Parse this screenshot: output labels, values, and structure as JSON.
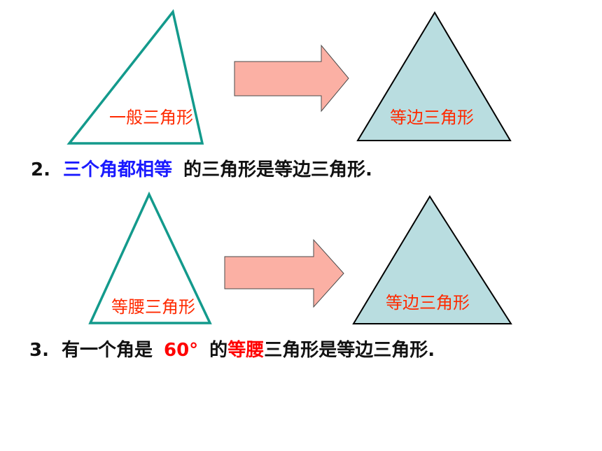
{
  "colors": {
    "outline_teal": "#139a8c",
    "fill_lightblue": "#b9dde0",
    "arrow_fill": "#fbb0a4",
    "arrow_stroke": "#4a4a4a",
    "label_red": "#ff2a00",
    "highlight_blue": "#1a1aff",
    "highlight_red": "#ff0000",
    "text_dark": "#111111"
  },
  "row1": {
    "left_label": "一般三角形",
    "right_label": "等边三角形"
  },
  "statement2": {
    "number": "2.",
    "highlight": "三个角都相等",
    "rest": "的三角形是等边三角形."
  },
  "row2": {
    "left_label": "等腰三角形",
    "right_label": "等边三角形"
  },
  "statement3": {
    "number": "3.",
    "part1": "有一个角是",
    "angle": "60°",
    "part2": "的",
    "highlight": "等腰",
    "part3": "三角形是等边三角形."
  }
}
